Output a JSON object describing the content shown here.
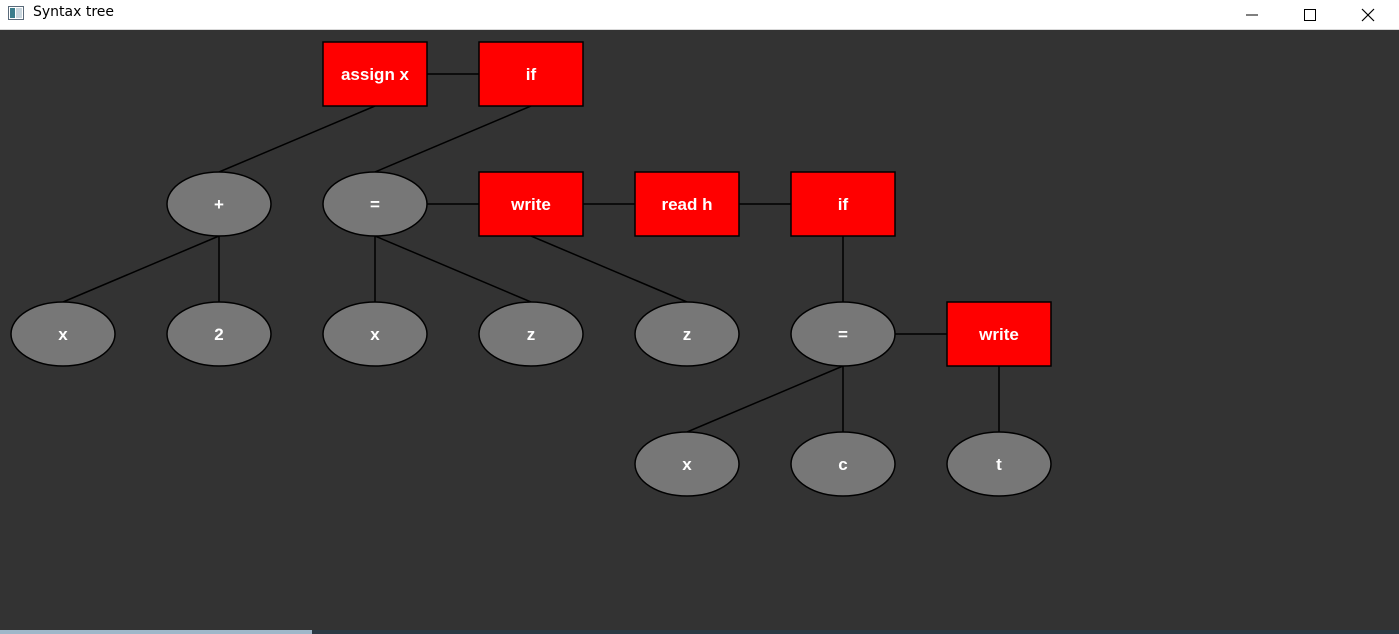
{
  "window": {
    "title": "Syntax tree",
    "icons": {
      "app": "window-app-icon",
      "minimize": "minimize-icon",
      "maximize": "maximize-icon",
      "close": "close-icon"
    }
  },
  "colors": {
    "background": "#333333",
    "statement_fill": "#ff0000",
    "expression_fill": "#777777",
    "edge": "#000000",
    "label": "#ffffff"
  },
  "tree": {
    "statements": [
      {
        "id": "s1",
        "label": "assign  x"
      },
      {
        "id": "s2",
        "label": "if"
      },
      {
        "id": "s3",
        "label": "write"
      },
      {
        "id": "s4",
        "label": "read h"
      },
      {
        "id": "s5",
        "label": "if"
      },
      {
        "id": "s6",
        "label": "write"
      }
    ],
    "expressions": [
      {
        "id": "e1",
        "label": "+"
      },
      {
        "id": "e2",
        "label": "x"
      },
      {
        "id": "e3",
        "label": "2"
      },
      {
        "id": "e4",
        "label": "="
      },
      {
        "id": "e5",
        "label": "x"
      },
      {
        "id": "e6",
        "label": "z"
      },
      {
        "id": "e7",
        "label": "z"
      },
      {
        "id": "e8",
        "label": "="
      },
      {
        "id": "e9",
        "label": "x"
      },
      {
        "id": "e10",
        "label": "c"
      },
      {
        "id": "e11",
        "label": "t"
      }
    ],
    "edges": [
      [
        "s1",
        "s2"
      ],
      [
        "s1",
        "e1"
      ],
      [
        "e1",
        "e2"
      ],
      [
        "e1",
        "e3"
      ],
      [
        "s2",
        "e4"
      ],
      [
        "e4",
        "e5"
      ],
      [
        "e4",
        "e6"
      ],
      [
        "e4",
        "s3"
      ],
      [
        "s3",
        "e7"
      ],
      [
        "s3",
        "s4"
      ],
      [
        "s4",
        "s5"
      ],
      [
        "s5",
        "e8"
      ],
      [
        "e8",
        "e9"
      ],
      [
        "e8",
        "e10"
      ],
      [
        "e8",
        "s6"
      ],
      [
        "s6",
        "e11"
      ]
    ]
  }
}
